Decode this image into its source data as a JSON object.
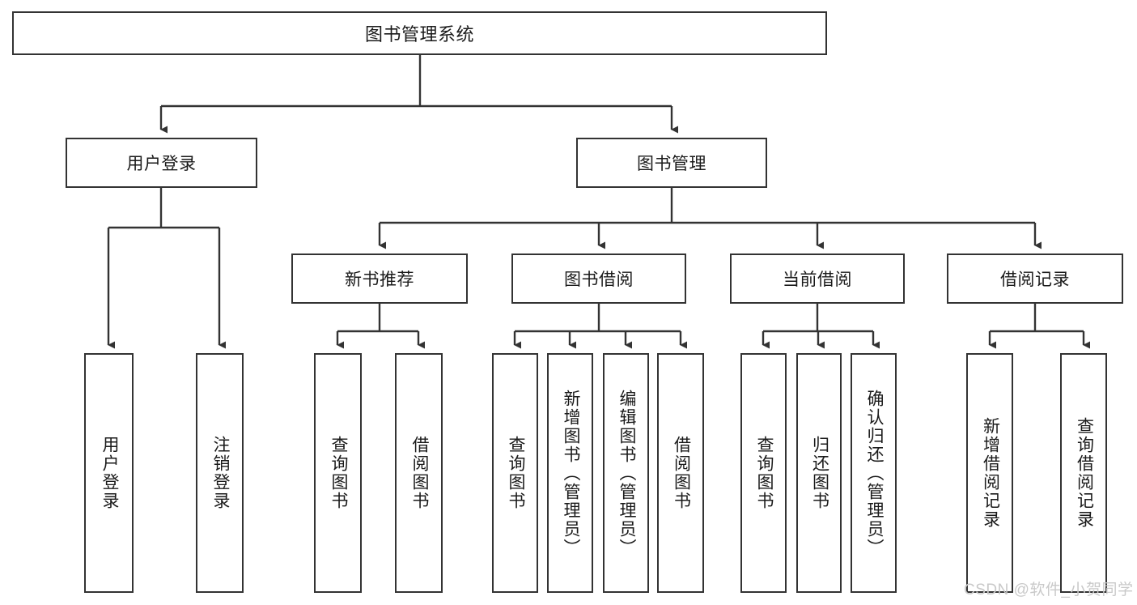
{
  "diagram": {
    "title": "图书管理系统",
    "type": "hierarchy-tree",
    "root": {
      "label": "图书管理系统"
    },
    "level2": [
      {
        "id": "user-login",
        "label": "用户登录"
      },
      {
        "id": "book-manage",
        "label": "图书管理"
      }
    ],
    "level3": [
      {
        "id": "new-book-recommend",
        "label": "新书推荐",
        "parent": "book-manage"
      },
      {
        "id": "book-borrow",
        "label": "图书借阅",
        "parent": "book-manage"
      },
      {
        "id": "current-borrow",
        "label": "当前借阅",
        "parent": "book-manage"
      },
      {
        "id": "borrow-record",
        "label": "借阅记录",
        "parent": "book-manage"
      }
    ],
    "leaves": [
      {
        "id": "leaf-user-login",
        "label": "用户登录",
        "parent": "user-login"
      },
      {
        "id": "leaf-user-logout",
        "label": "注销登录",
        "parent": "user-login"
      },
      {
        "id": "leaf-query-book-1",
        "label": "查询图书",
        "parent": "new-book-recommend"
      },
      {
        "id": "leaf-borrow-book-1",
        "label": "借阅图书",
        "parent": "new-book-recommend"
      },
      {
        "id": "leaf-query-book-2",
        "label": "查询图书",
        "parent": "book-borrow"
      },
      {
        "id": "leaf-add-book",
        "label": "新增图书（管理员）",
        "parent": "book-borrow"
      },
      {
        "id": "leaf-edit-book",
        "label": "编辑图书（管理员）",
        "parent": "book-borrow"
      },
      {
        "id": "leaf-borrow-book-2",
        "label": "借阅图书",
        "parent": "book-borrow"
      },
      {
        "id": "leaf-query-book-3",
        "label": "查询图书",
        "parent": "current-borrow"
      },
      {
        "id": "leaf-return-book",
        "label": "归还图书",
        "parent": "current-borrow"
      },
      {
        "id": "leaf-confirm-return",
        "label": "确认归还（管理员）",
        "parent": "current-borrow"
      },
      {
        "id": "leaf-add-record",
        "label": "新增借阅记录",
        "parent": "borrow-record"
      },
      {
        "id": "leaf-query-record",
        "label": "查询借阅记录",
        "parent": "borrow-record"
      }
    ],
    "colors": {
      "border": "#333333",
      "fill": "#ffffff",
      "text": "#1a1a1a",
      "edge": "#333333",
      "watermark": "#c9c9c9"
    }
  },
  "watermark": {
    "text": "CSDN @软件_小贺同学"
  }
}
